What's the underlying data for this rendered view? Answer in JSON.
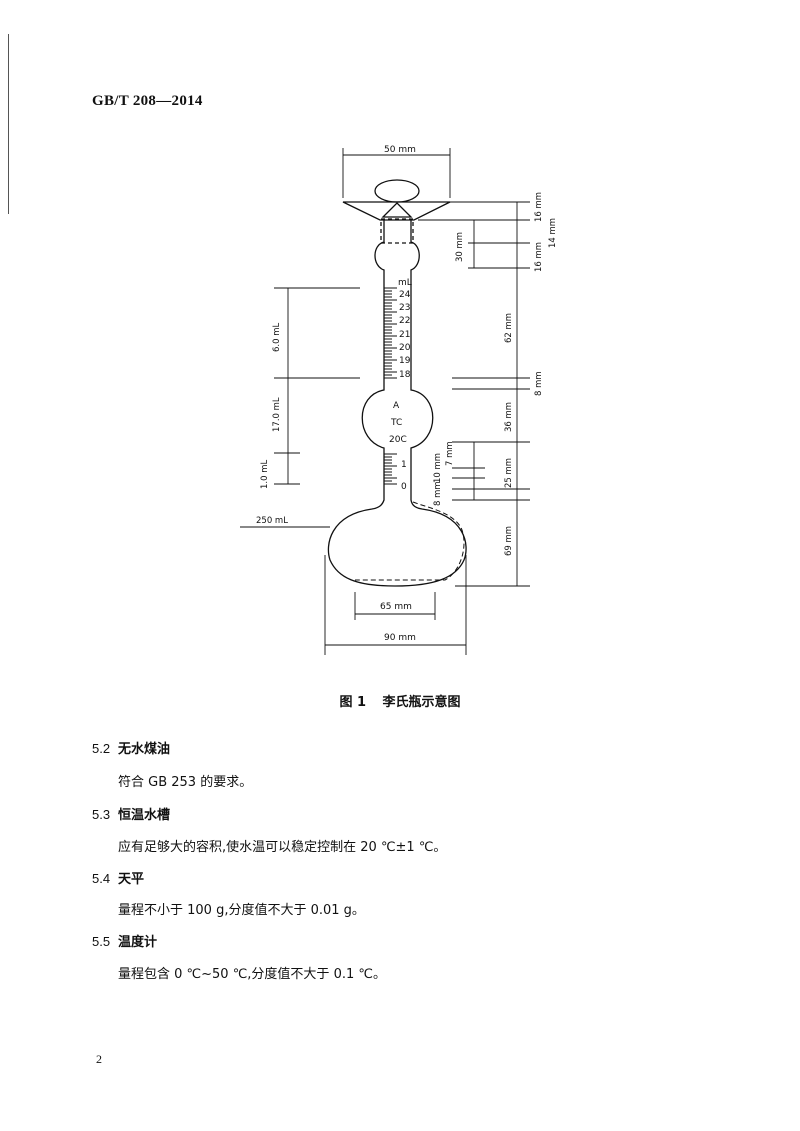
{
  "header": {
    "standard": "GB/T 208—2014"
  },
  "figure": {
    "dims": {
      "top_width": "50 mm",
      "d16a": "16 mm",
      "d14": "14 mm",
      "d16b": "16 mm",
      "d30": "30 mm",
      "d62": "62 mm",
      "d8": "8 mm",
      "d36": "36 mm",
      "d10": "10 mm",
      "d7": "7 mm",
      "d25": "25 mm",
      "d8b": "8 mm",
      "d69": "69 mm",
      "bottom_inner": "65 mm",
      "bottom_outer": "90 mm"
    },
    "volumes": {
      "v6": "6.0 mL",
      "v17": "17.0 mL",
      "v1": "1.0 mL",
      "v250": "250 mL"
    },
    "scale_unit": "mL",
    "scale_upper": [
      "24",
      "23",
      "22",
      "21",
      "20",
      "19",
      "18"
    ],
    "scale_lower": [
      "1",
      "0"
    ],
    "bulb_marks": [
      "A",
      "TC",
      "20C"
    ]
  },
  "caption": {
    "number": "图 1",
    "title": "李氏瓶示意图"
  },
  "sections": [
    {
      "num": "5.2",
      "title": "无水煤油",
      "text": "符合 GB 253 的要求。"
    },
    {
      "num": "5.3",
      "title": "恒温水槽",
      "text": "应有足够大的容积,使水温可以稳定控制在 20 ℃±1 ℃。"
    },
    {
      "num": "5.4",
      "title": "天平",
      "text": "量程不小于 100 g,分度值不大于 0.01 g。"
    },
    {
      "num": "5.5",
      "title": "温度计",
      "text": "量程包含 0 ℃~50 ℃,分度值不大于 0.1 ℃。"
    }
  ],
  "page_number": "2"
}
